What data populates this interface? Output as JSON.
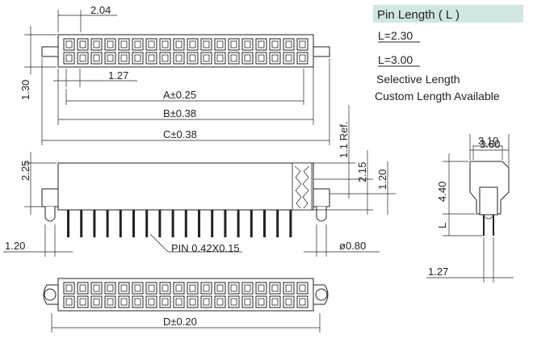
{
  "info": {
    "heading": "Pin Length ( L )",
    "options": [
      "L=2.30",
      "L=3.00"
    ],
    "notes": [
      "Selective Length",
      "Custom Length Available"
    ],
    "heading_bg": "#cfe6e3"
  },
  "dims": {
    "top_pitch": "2.04",
    "row_pitch": "1.30",
    "col_pitch": "1.27",
    "a": "A±0.25",
    "b": "B±0.38",
    "c": "C±0.38",
    "ref": "1.1 Ref.",
    "side_225": "2.25",
    "side_215": "2.15",
    "side_120v": "1.20",
    "side_120h": "1.20",
    "pin": "PIN  0.42X0.15",
    "hole": "ø0.80",
    "d": "D±0.20",
    "end_360": "3.60",
    "end_310": "3.10",
    "end_440": "4.40",
    "end_L": "L",
    "end_127": "1.27"
  },
  "layout_counts": {
    "columns": 18,
    "rows": 2,
    "pins": 18
  }
}
